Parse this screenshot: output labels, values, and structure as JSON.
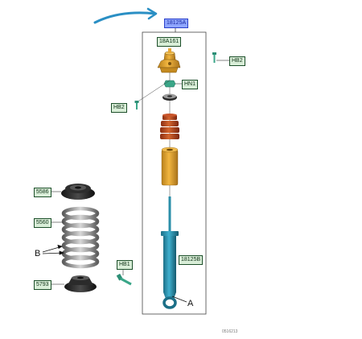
{
  "callouts": {
    "assembly": "18125A",
    "top_mount": "18A161",
    "bolt_top": "HB2",
    "nut": "HN1",
    "bolt_left": "HB2",
    "shock": "18125B",
    "bolt_lower": "HB1",
    "upper_seat": "5586",
    "spring": "5560",
    "lower_seat": "5793"
  },
  "letters": {
    "a": "A",
    "b": "B"
  },
  "footer": "0516213"
}
